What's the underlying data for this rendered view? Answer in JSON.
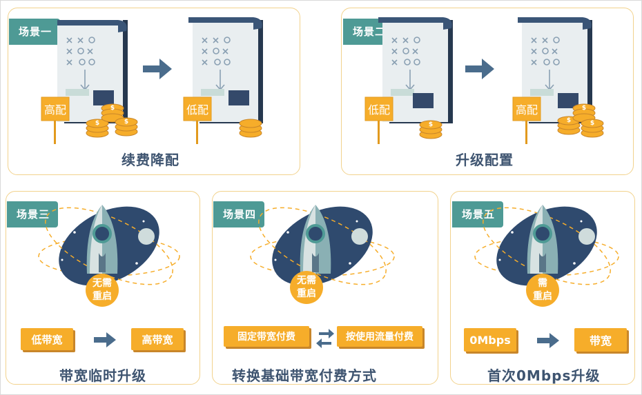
{
  "scenes": [
    {
      "tag": "场景一",
      "title": "续费降配",
      "left_sign": "高配",
      "right_sign": "低配"
    },
    {
      "tag": "场景二",
      "title": "升级配置",
      "left_sign": "低配",
      "right_sign": "高配"
    },
    {
      "tag": "场景三",
      "title": "带宽临时升级",
      "badge": [
        "无需",
        "重启"
      ],
      "from": "低带宽",
      "to": "高带宽"
    },
    {
      "tag": "场景四",
      "title": "转换基础带宽付费方式",
      "badge": [
        "无需",
        "重启"
      ],
      "from": "固定带宽付费",
      "to": "按使用流量付费"
    },
    {
      "tag": "场景五",
      "title": "首次0Mbps升级",
      "badge": [
        "需",
        "重启"
      ],
      "from": "0Mbps",
      "to": "带宽"
    }
  ],
  "colors": {
    "tag": "#4e9a95",
    "border": "#f2d28c",
    "button": "#f6ad2a",
    "title": "#3e5470",
    "navy": "#2f4a6e"
  }
}
